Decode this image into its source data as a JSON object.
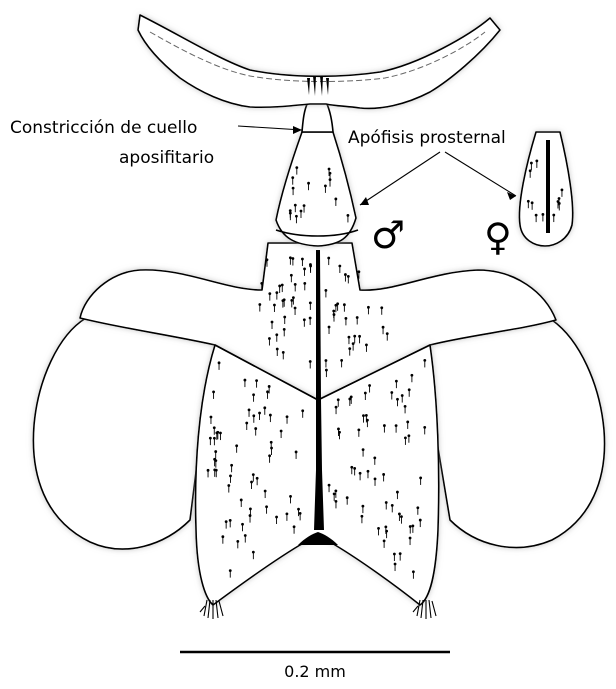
{
  "labels": {
    "neck_constriction_line1": "Constricción de cuello",
    "neck_constriction_line2": "aposifitario",
    "prosternal_apophysis": "Apófisis prosternal",
    "male_symbol": "♂",
    "female_symbol": "♀"
  },
  "scale_bar": {
    "label": "0.2 mm",
    "value": 0.2,
    "unit": "mm"
  },
  "colors": {
    "stroke": "#000000",
    "fill": "#ffffff",
    "shadow": "#bfbfbf"
  }
}
